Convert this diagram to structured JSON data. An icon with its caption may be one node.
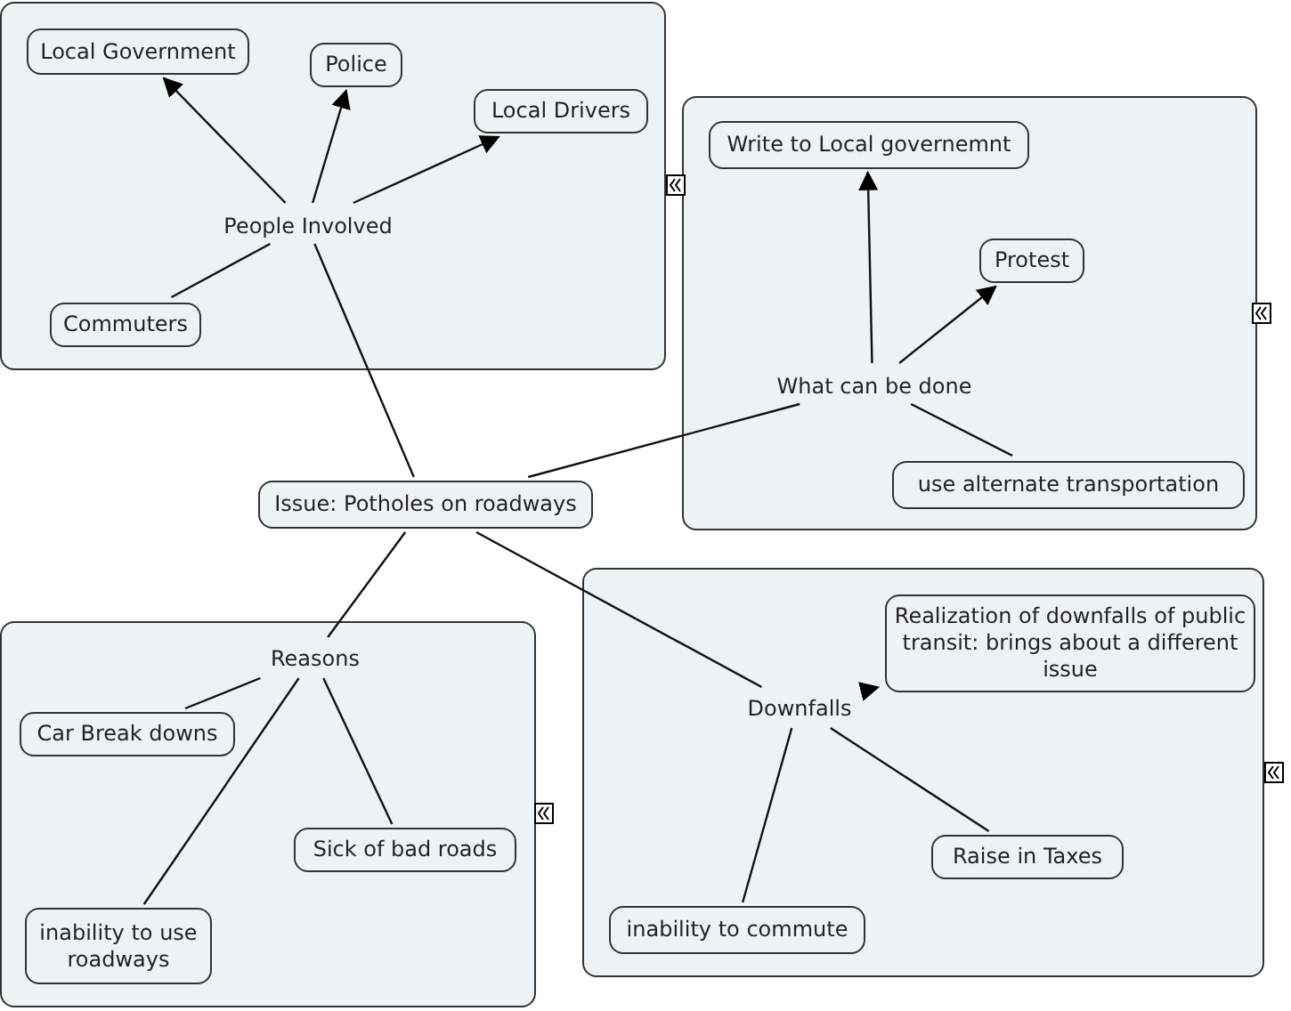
{
  "diagram": {
    "nodes": [
      {
        "text": [
          "Issue: Potholes on roadways"
        ]
      },
      {
        "text": [],
        "shape": "box"
      },
      {
        "text": [
          "People Involved"
        ],
        "in": 1
      },
      {
        "text": [
          "Local Government"
        ],
        "in": 1
      },
      {
        "text": [
          "Police"
        ],
        "in": 1
      },
      {
        "text": [
          "Local Drivers"
        ],
        "in": 1
      },
      {
        "text": [
          "Commuters"
        ],
        "in": 1
      },
      {
        "text": [],
        "shape": "box"
      },
      {
        "text": [
          "What can be done"
        ],
        "in": 7
      },
      {
        "text": [
          "Write to Local governemnt"
        ],
        "in": 7
      },
      {
        "text": [
          "Protest"
        ],
        "in": 7
      },
      {
        "text": [
          "use alternate transportation"
        ],
        "in": 7
      },
      {
        "text": [],
        "shape": "box"
      },
      {
        "text": [
          "Reasons"
        ],
        "in": 12
      },
      {
        "text": [
          "Car Break downs"
        ],
        "in": 12
      },
      {
        "text": [
          "Sick of bad roads"
        ],
        "in": 12
      },
      {
        "text": [
          "inability to use roadways"
        ],
        "in": 12
      },
      {
        "text": [],
        "shape": "box"
      },
      {
        "text": [
          "Downfalls"
        ],
        "in": 17
      },
      {
        "text": [
          "Realization of downfalls of public transit: brings about a different issue"
        ],
        "in": 17
      },
      {
        "text": [
          "Raise in Taxes"
        ],
        "in": 17
      },
      {
        "text": [
          "inability to commute"
        ],
        "in": 17
      }
    ],
    "edges": [
      {
        "from": 0,
        "to": 2,
        "arrow": "none"
      },
      {
        "from": 0,
        "to": 8,
        "arrow": "none"
      },
      {
        "from": 0,
        "to": 13,
        "arrow": "none"
      },
      {
        "from": 0,
        "to": 18,
        "arrow": "none"
      },
      {
        "from": 2,
        "to": 3,
        "arrow": "to"
      },
      {
        "from": 2,
        "to": 4,
        "arrow": "to"
      },
      {
        "from": 2,
        "to": 5,
        "arrow": "to"
      },
      {
        "from": 6,
        "to": 2,
        "arrow": "none"
      },
      {
        "from": 8,
        "to": 9,
        "arrow": "to"
      },
      {
        "from": 8,
        "to": 10,
        "arrow": "to"
      },
      {
        "from": 11,
        "to": 8,
        "arrow": "none"
      },
      {
        "from": 13,
        "to": 14,
        "arrow": "none"
      },
      {
        "from": 13,
        "to": 16,
        "arrow": "none"
      },
      {
        "from": 13,
        "to": 15,
        "arrow": "none"
      },
      {
        "from": 18,
        "to": 19,
        "arrow": "to"
      },
      {
        "from": 18,
        "to": 20,
        "arrow": "none"
      },
      {
        "from": 18,
        "to": 21,
        "arrow": "none"
      }
    ]
  }
}
